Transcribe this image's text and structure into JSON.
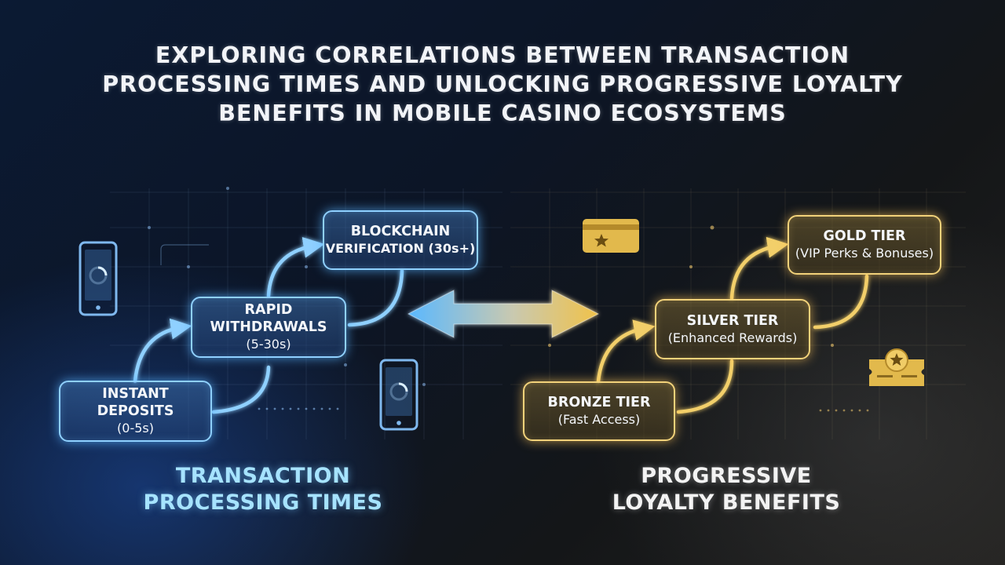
{
  "title": {
    "lines": [
      "EXPLORING CORRELATIONS BETWEEN TRANSACTION",
      "PROCESSING TIMES AND UNLOCKING PROGRESSIVE LOYALTY",
      "BENEFITS IN MOBILE CASINO ECOSYSTEMS"
    ]
  },
  "left": {
    "heading": [
      "TRANSACTION",
      "PROCESSING TIMES"
    ],
    "nodes": [
      {
        "label": [
          "INSTANT",
          "DEPOSITS"
        ],
        "sub": "(0-5s)"
      },
      {
        "label": [
          "RAPID",
          "WITHDRAWALS"
        ],
        "sub": "(5-30s)"
      },
      {
        "label": [
          "BLOCKCHAIN"
        ],
        "sub": "VERIFICATION (30s+)"
      }
    ],
    "accent": "#8fd0ff"
  },
  "right": {
    "heading": [
      "PROGRESSIVE",
      "LOYALTY BENEFITS"
    ],
    "nodes": [
      {
        "label": [
          "BRONZE TIER"
        ],
        "sub": "(Fast Access)"
      },
      {
        "label": [
          "SILVER TIER"
        ],
        "sub": "(Enhanced Rewards)"
      },
      {
        "label": [
          "GOLD TIER"
        ],
        "sub": "(VIP Perks & Bonuses)"
      }
    ],
    "accent": "#f2d27a"
  },
  "icons": [
    "smartphone-loading-icon",
    "smartphone-loading-icon",
    "vip-card-icon",
    "vip-ticket-icon",
    "double-arrow-icon"
  ]
}
